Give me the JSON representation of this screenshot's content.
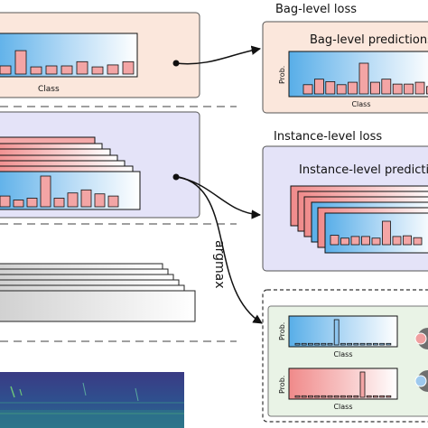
{
  "labels": {
    "bag_loss": "Bag-level loss",
    "bag_prediction": "Bag-level predictions",
    "instance_loss": "Instance-level loss",
    "instance_prediction": "Instance-level predictions",
    "argmax": "argmax",
    "class": "Class",
    "prob": "Prob."
  },
  "charts": {
    "left_bag": [
      0.25,
      0.72,
      0.22,
      0.25,
      0.25,
      0.38,
      0.22,
      0.28,
      0.38
    ],
    "right_bag": [
      0.3,
      0.48,
      0.4,
      0.3,
      0.38,
      1.0,
      0.38,
      0.48,
      0.32,
      0.32,
      0.38,
      0.24
    ],
    "left_instance": [
      0.35,
      0.22,
      0.28,
      1.0,
      0.28,
      0.45,
      0.55,
      0.42,
      0.35
    ],
    "right_instance": [
      0.4,
      0.28,
      0.35,
      0.35,
      0.28,
      1.0,
      0.35,
      0.38,
      0.3
    ],
    "onehot_blue_index": 6,
    "onehot_red_index": 10
  },
  "colors": {
    "bag_panel": "#fbe7dc",
    "instance_panel": "#e4e3f8",
    "target_panel": "#e9f3e6",
    "bar_fill": "#f3a5a5",
    "blue_bar": "#8ec5ee",
    "spectrogram": "#3b3f86"
  }
}
